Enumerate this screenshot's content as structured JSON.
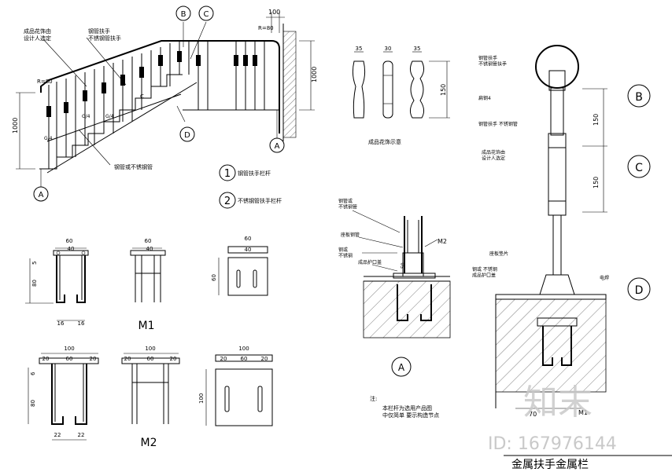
{
  "title": "金属扶手金属栏",
  "watermark": {
    "logo": "知末",
    "id": "ID: 167976144"
  },
  "elevation": {
    "callouts": {
      "b": "B",
      "c": "C",
      "d": "D",
      "a_left": "A",
      "a_right": "A"
    },
    "notes": {
      "finish_top": "成品花饰由\n设计人选定",
      "handrail": "钢管扶手\n不锈钢管扶手",
      "baluster": "钢管或不锈钢管"
    },
    "dims": {
      "radius_left": "R=80",
      "radius_right": "R=80",
      "height_left": "1000",
      "height_right": "1000",
      "top_right": "100",
      "gap_c": "C",
      "g1": "G/4",
      "g2": "G/4",
      "g3": "G/4"
    }
  },
  "legend": [
    {
      "num": "1",
      "text": "钢管扶手栏杆"
    },
    {
      "num": "2",
      "text": "不锈钢管扶手栏杆"
    }
  ],
  "balusters": {
    "widths": [
      "35",
      "30",
      "35"
    ],
    "height": "150",
    "caption": "成品花饰示意"
  },
  "m1": {
    "label": "M1",
    "top_dims": [
      "60",
      "40"
    ],
    "bottom_dims": [
      "16",
      "16"
    ],
    "side_dim": "80",
    "top_offset": "5",
    "plate": {
      "top": "60",
      "sub": "40",
      "side": "60"
    }
  },
  "m2": {
    "label": "M2",
    "top_dims": [
      "100",
      "20",
      "60",
      "20"
    ],
    "bottom_dims": [
      "22",
      "22"
    ],
    "side_dim": "80",
    "top_offset": "6",
    "plate": {
      "top": "100",
      "sub": [
        "20",
        "60",
        "20"
      ],
      "side": "100"
    }
  },
  "detail_a": {
    "label": "A",
    "notes": {
      "tube": "钢管或\n不锈钢管",
      "base": "座板钢管",
      "cover": "钢或\n不锈钢",
      "collar": "成品护口盖",
      "m2": "M2",
      "dim50": "50"
    },
    "footnote": "注:",
    "footnote_text": "本栏杆为选用产品图\n中仅简单   要示构造节点"
  },
  "detail_right": {
    "callouts": {
      "b": "B",
      "c": "C",
      "d": "D"
    },
    "notes": {
      "top": "钢管扶手\n不锈钢管扶手",
      "flat": "扁钢4",
      "mid": "钢管扶手    不锈钢管",
      "finish": "成品花饰由\n设计人选定",
      "plate": "座板垫片",
      "steel": "钢或    不锈钢\n成品护口盖",
      "weld": "电焊"
    },
    "dims": {
      "d150a": "150",
      "d150b": "150",
      "d70": "70",
      "m1": "M1"
    }
  }
}
